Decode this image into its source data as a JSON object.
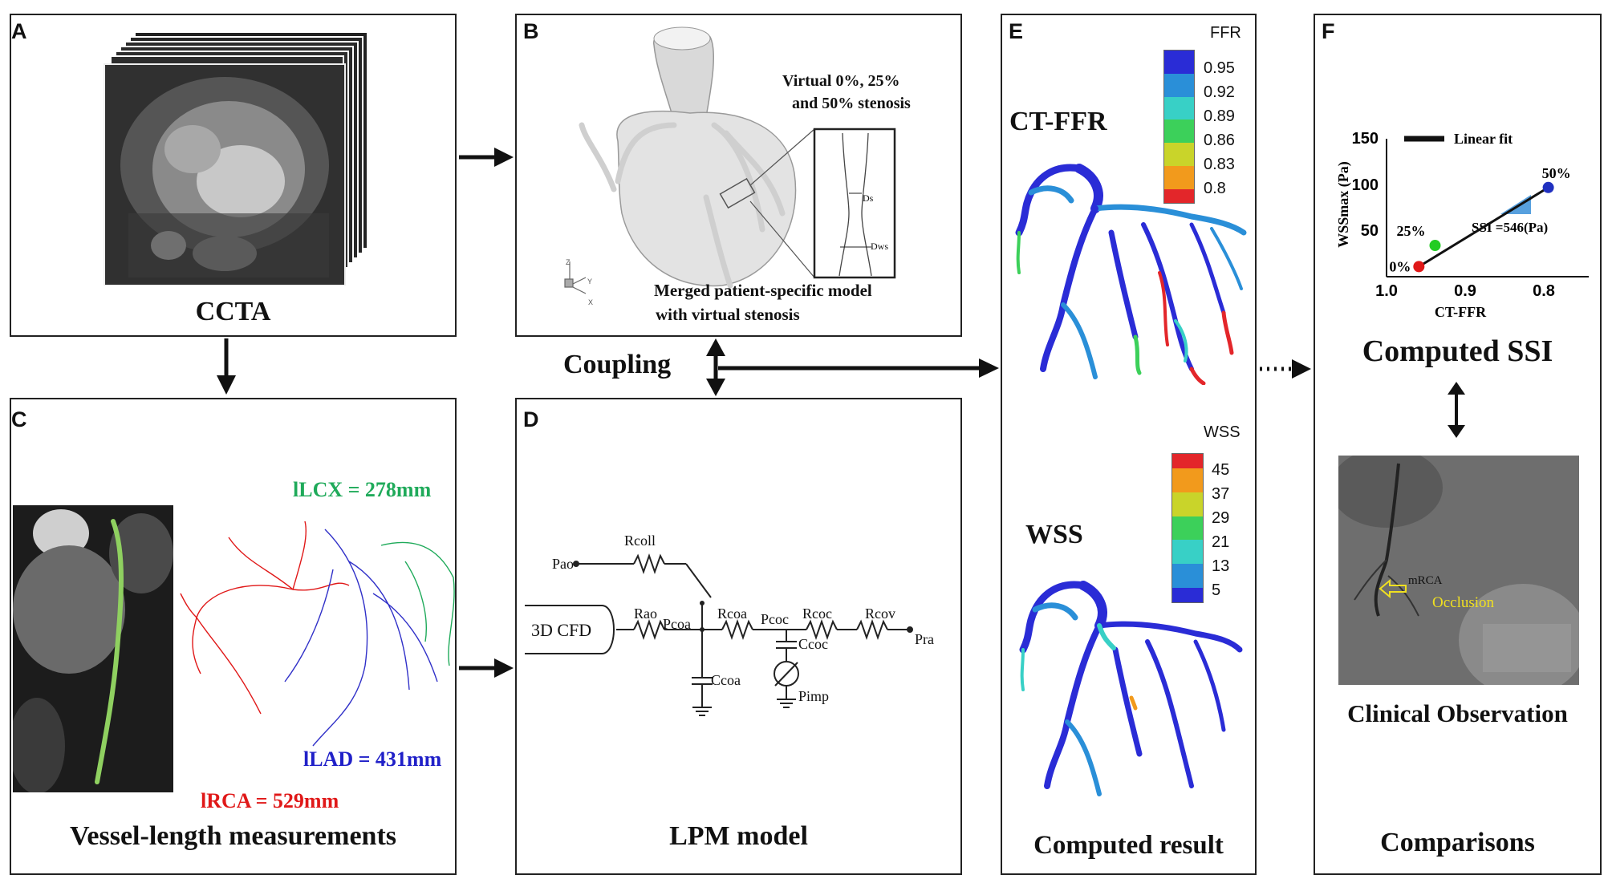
{
  "panels": {
    "A": {
      "label": "A",
      "caption": "CCTA"
    },
    "B": {
      "label": "B",
      "note_line1": "Virtual 0%, 25%",
      "note_line2": "and 50% stenosis",
      "ds": "Ds",
      "dws": "Dws",
      "caption_line1": "Merged patient-specific model",
      "caption_line2": "with virtual stenosis",
      "axes": {
        "z": "Z",
        "y": "Y",
        "x": "X"
      }
    },
    "C": {
      "label": "C",
      "lcx": "lLCX = 278mm",
      "lad": "lLAD = 431mm",
      "rca": "lRCA = 529mm",
      "caption": "Vessel-length measurements"
    },
    "D": {
      "label": "D",
      "caption": "LPM model",
      "box": "3D CFD",
      "symbols": {
        "pao": "Pao",
        "rcoll": "Rcoll",
        "rao": "Rao",
        "pcoa": "Pcoa",
        "rcoa": "Rcoa",
        "pcoc": "Pcoc",
        "rcoc": "Rcoc",
        "rcov": "Rcov",
        "pra": "Pra",
        "ccoa": "Ccoa",
        "ccoc": "Ccoc",
        "pimp": "Pimp"
      }
    },
    "E": {
      "label": "E",
      "ctffr": "CT-FFR",
      "wss": "WSS",
      "caption": "Computed result",
      "ffr_title": "FFR",
      "ffr_ticks": [
        "0.95",
        "0.92",
        "0.89",
        "0.86",
        "0.83",
        "0.8"
      ],
      "wss_title": "WSS",
      "wss_ticks": [
        "45",
        "37",
        "29",
        "21",
        "13",
        "5"
      ]
    },
    "F": {
      "label": "F",
      "computed": "Computed SSI",
      "clinical": "Clinical Observation",
      "caption": "Comparisons",
      "mrca": "mRCA",
      "occlusion": "Occlusion"
    }
  },
  "coupling": "Coupling",
  "colors": {
    "ffr_scale": [
      "#2a2cd6",
      "#2a8fd8",
      "#38d0c6",
      "#3cd05a",
      "#c9d42a",
      "#f29a1c",
      "#e3262a"
    ],
    "wss_scale": [
      "#e3262a",
      "#f29a1c",
      "#c9d42a",
      "#3cd05a",
      "#38d0c6",
      "#2a8fd8",
      "#2a2cd6"
    ],
    "lcx": "#1faa5a",
    "lad": "#2020c8",
    "rca": "#e01818"
  },
  "chart_data": {
    "type": "scatter",
    "title": "",
    "xlabel": "CT-FFR",
    "ylabel": "WSSmax (Pa)",
    "xlim": [
      1.0,
      0.75
    ],
    "ylim": [
      0,
      150
    ],
    "x_ticks": [
      "1.0",
      "0.9",
      "0.8"
    ],
    "y_ticks": [
      "50",
      "100",
      "150"
    ],
    "legend": "Linear fit",
    "annotation": "SSI =546(Pa)",
    "points": [
      {
        "label": "0%",
        "x": 0.96,
        "y": 11,
        "color": "#e01818"
      },
      {
        "label": "25%",
        "x": 0.94,
        "y": 34,
        "color": "#22cc22"
      },
      {
        "label": "50%",
        "x": 0.8,
        "y": 97,
        "color": "#2030c0"
      }
    ]
  }
}
